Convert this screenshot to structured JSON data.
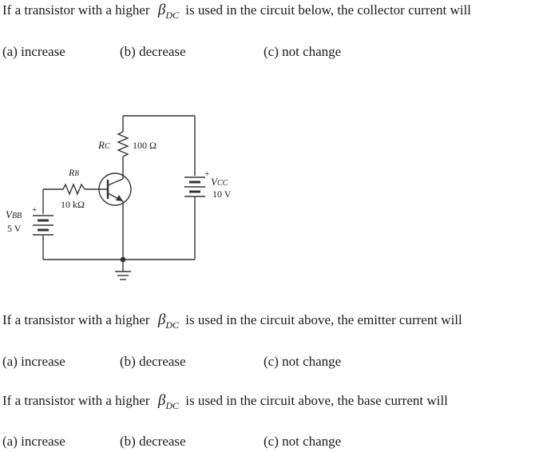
{
  "questions": [
    {
      "before": "If a transistor with a higher",
      "beta_symbol": "β",
      "beta_sub": "DC",
      "after": "is used in the circuit below, the collector current will",
      "options": [
        "(a) increase",
        "(b) decrease",
        "(c) not change"
      ]
    },
    {
      "before": "If a transistor with a higher",
      "beta_symbol": "β",
      "beta_sub": "DC",
      "after": "is used in the circuit above, the emitter current will",
      "options": [
        "(a) increase",
        "(b) decrease",
        "(c) not change"
      ]
    },
    {
      "before": "If a transistor with a higher",
      "beta_symbol": "β",
      "beta_sub": "DC",
      "after": "is used in the circuit above, the base current will",
      "options": [
        "(a) increase",
        "(b) decrease",
        "(c) not change"
      ]
    }
  ],
  "circuit": {
    "rc_label": "R",
    "rc_sub": "C",
    "rc_value": "100 Ω",
    "rb_label": "R",
    "rb_sub": "B",
    "rb_value": "10 kΩ",
    "vcc_label": "V",
    "vcc_sub": "CC",
    "vcc_value": "10 V",
    "vbb_label": "V",
    "vbb_sub": "BB",
    "vbb_value": "5 V",
    "plus_sign": "+"
  }
}
